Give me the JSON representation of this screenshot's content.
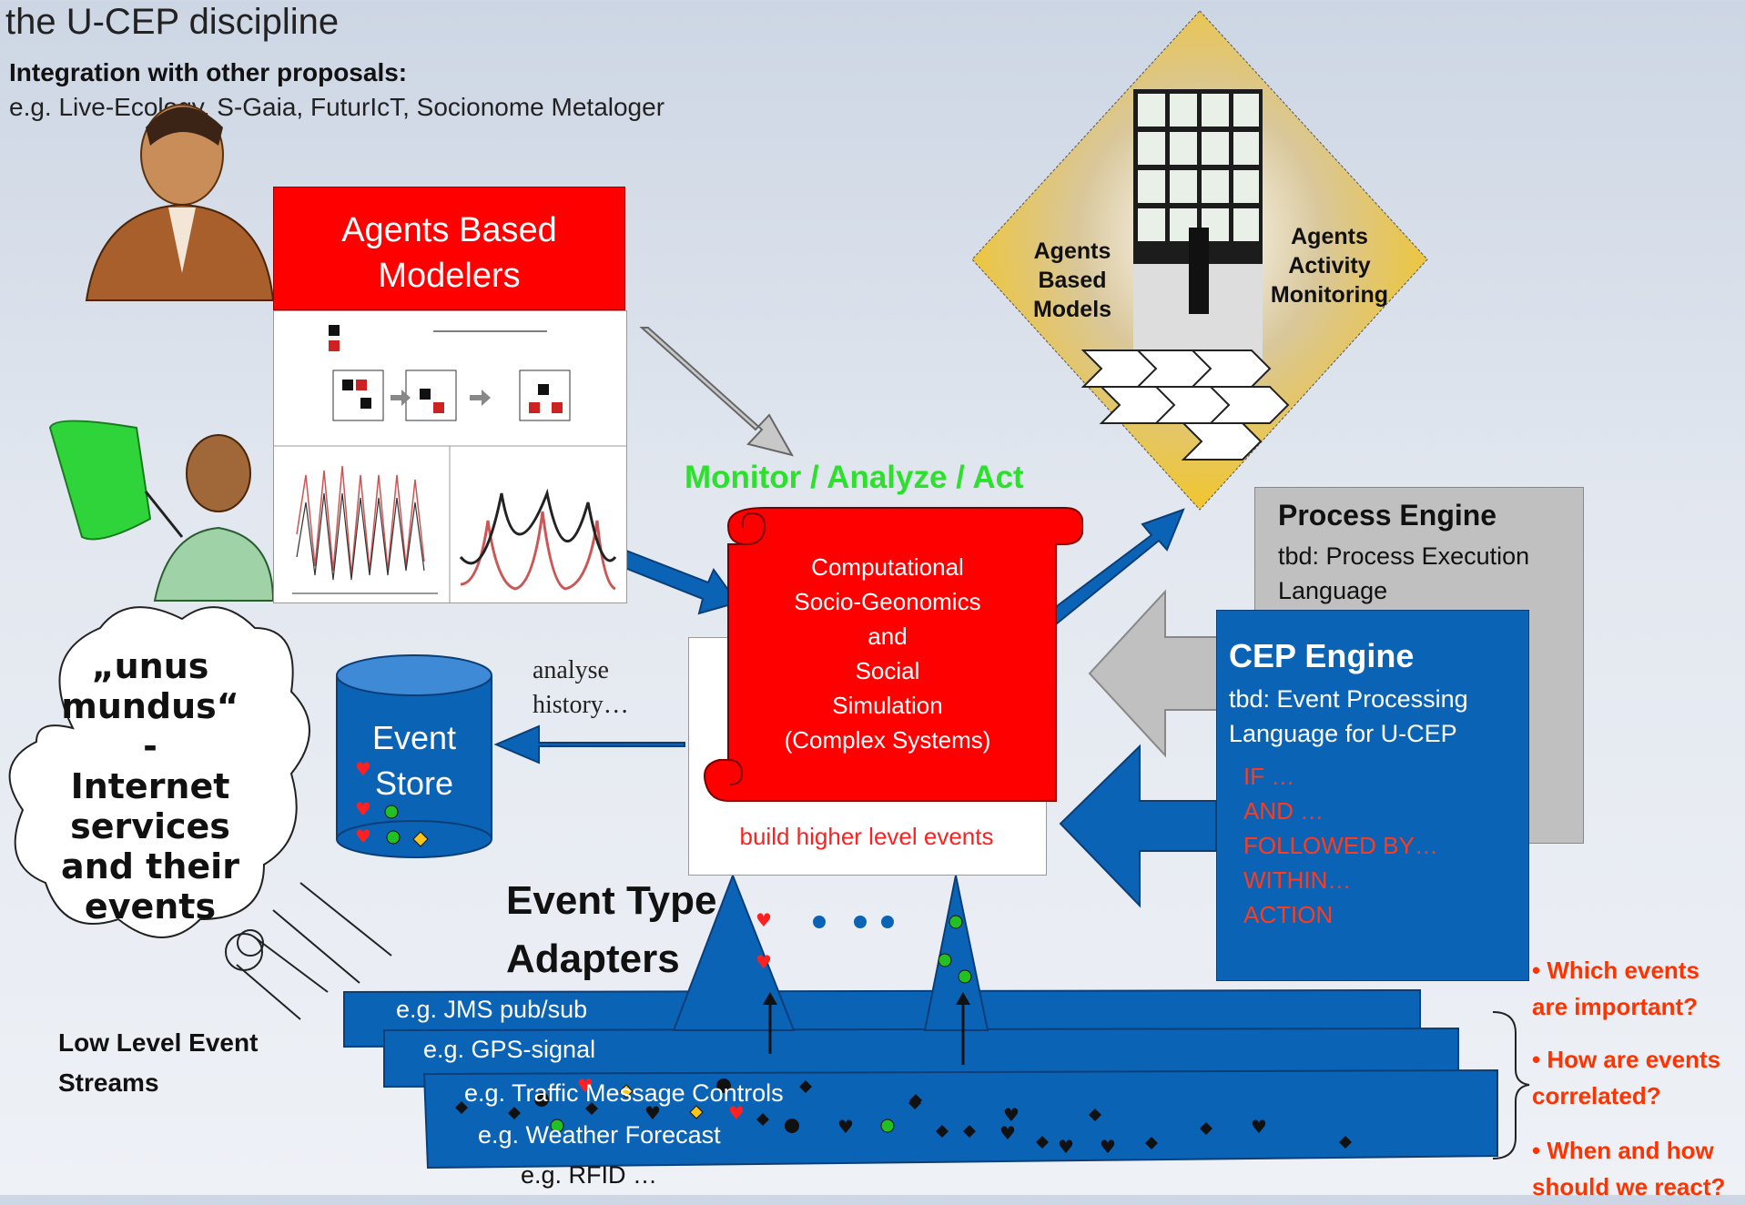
{
  "header": {
    "title": "the U-CEP discipline",
    "integration_heading": "Integration with other proposals:",
    "integration_examples": "e.g. Live-Ecology, S-Gaia, FuturIcT, Socionome Metaloger"
  },
  "modelers": {
    "title": "Agents Based\nModelers"
  },
  "monitor": {
    "title": "Monitor / Analyze / Act",
    "scroll_text": "Computational\nSocio-Geonomics\nand\nSocial\nSimulation\n(Complex Systems)",
    "build_label": "build higher level events"
  },
  "event_store": {
    "label": "Event\nStore",
    "analyse_label": "analyse\nhistory…"
  },
  "cloud": {
    "text": "„unus\nmundus“\n-\nInternet\nservices\nand their\nevents"
  },
  "adapters": {
    "title": "Event Type\nAdapters"
  },
  "streams": {
    "heading": "Low Level Event\nStreams",
    "items": [
      "e.g. JMS pub/sub",
      "e.g. GPS-signal",
      "e.g. Traffic Message Controls",
      "e.g. Weather Forecast",
      "e.g. RFID …"
    ]
  },
  "process_engine": {
    "title": "Process Engine",
    "description": "tbd: Process Execution\nLanguage"
  },
  "cep_engine": {
    "title": "CEP Engine",
    "description": "tbd: Event Processing\nLanguage for U-CEP",
    "rules": [
      "IF …",
      "AND …",
      "FOLLOWED BY…",
      "WITHIN…",
      "ACTION"
    ]
  },
  "diamond": {
    "left_label": "Agents\nBased\nModels",
    "right_label": "Agents\nActivity\nMonitoring"
  },
  "questions": [
    "• Which events\n   are important?",
    "• How are events\n   correlated?",
    "• When and how\n   should we react?"
  ],
  "colors": {
    "blue": "#0b63b6",
    "red": "#ff0000",
    "green_title": "#2ee02e",
    "rule_red": "#ff3b1d",
    "gray": "#c0c0c0",
    "diamond_gold": "#f5c518"
  }
}
